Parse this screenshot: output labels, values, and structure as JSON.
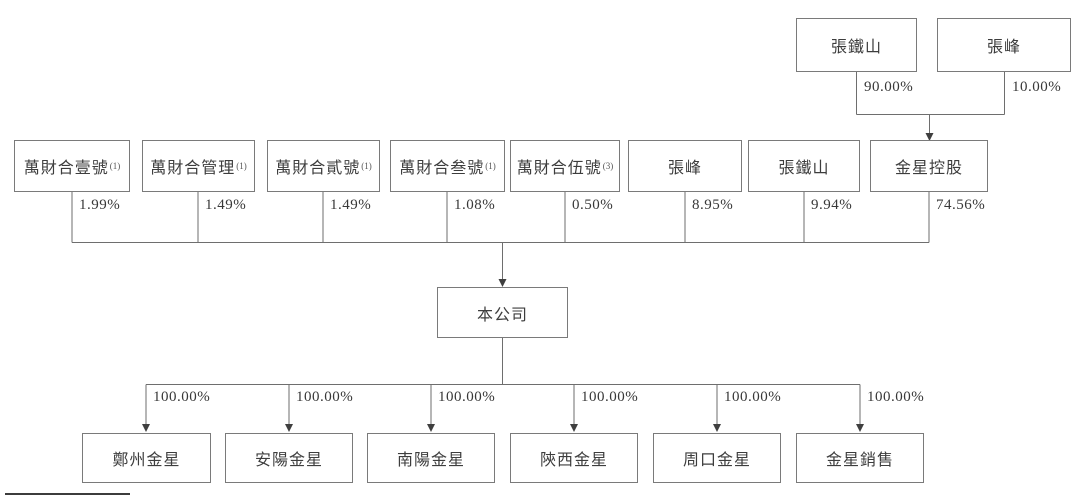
{
  "colors": {
    "background": "#ffffff",
    "box_border": "#7a7a7a",
    "line": "#6e6e6e",
    "text": "#3d3d3d"
  },
  "top_row": {
    "owners": [
      {
        "name": "張鐵山",
        "stake": "90.00%"
      },
      {
        "name": "張峰",
        "stake": "10.00%"
      }
    ]
  },
  "shareholders": [
    {
      "name": "萬財合壹號",
      "note": "(1)",
      "stake": "1.99%"
    },
    {
      "name": "萬財合管理",
      "note": "(1)",
      "stake": "1.49%"
    },
    {
      "name": "萬財合貳號",
      "note": "(1)",
      "stake": "1.49%"
    },
    {
      "name": "萬財合叁號",
      "note": "(1)",
      "stake": "1.08%"
    },
    {
      "name": "萬財合伍號",
      "note": "(3)",
      "stake": "0.50%"
    },
    {
      "name": "張峰",
      "note": "",
      "stake": "8.95%"
    },
    {
      "name": "張鐵山",
      "note": "",
      "stake": "9.94%"
    },
    {
      "name": "金星控股",
      "note": "",
      "stake": "74.56%"
    }
  ],
  "company": {
    "name": "本公司"
  },
  "subsidiaries": [
    {
      "name": "鄭州金星",
      "stake": "100.00%"
    },
    {
      "name": "安陽金星",
      "stake": "100.00%"
    },
    {
      "name": "南陽金星",
      "stake": "100.00%"
    },
    {
      "name": "陝西金星",
      "stake": "100.00%"
    },
    {
      "name": "周口金星",
      "stake": "100.00%"
    },
    {
      "name": "金星銷售",
      "stake": "100.00%"
    }
  ]
}
